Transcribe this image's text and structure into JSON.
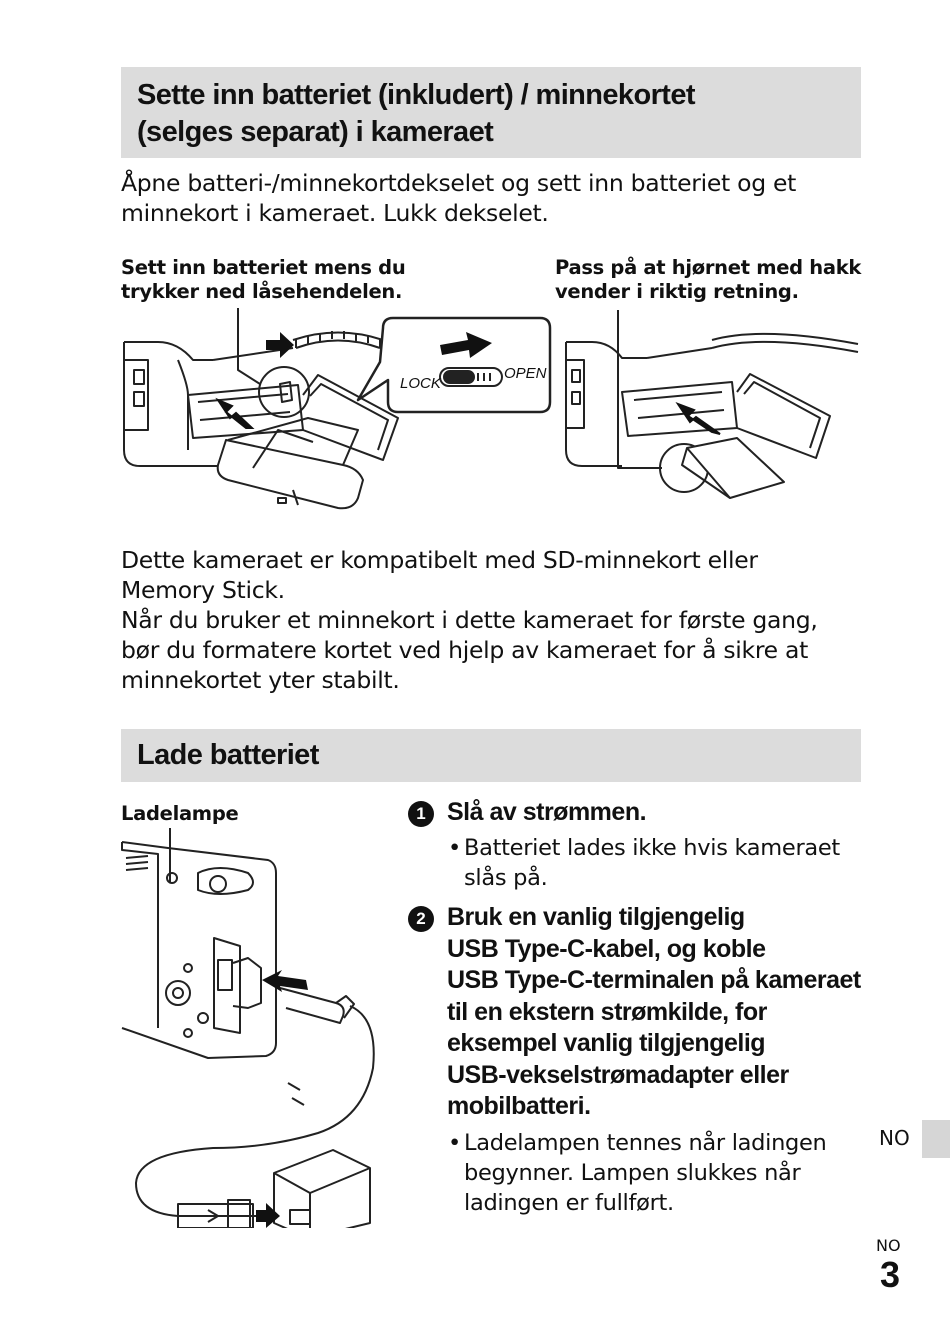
{
  "section1": {
    "heading_line1": "Sette inn batteriet (inkludert) / minnekortet",
    "heading_line2": "(selges separat) i kameraet",
    "intro_line1": "Åpne batteri-/minnekortdekselet og sett inn batteriet og et",
    "intro_line2": "minnekort i kameraet. Lukk dekselet.",
    "caption_left_line1": "Sett inn batteriet mens du",
    "caption_left_line2": "trykker ned låsehendelen.",
    "caption_right_line1": "Pass på at hjørnet med hakk",
    "caption_right_line2": "vender i riktig retning.",
    "lock_label": "LOCK",
    "open_label": "OPEN",
    "para_lines": [
      "Dette kameraet er kompatibelt med SD-minnekort eller",
      "Memory Stick.",
      "Når du bruker et minnekort i dette kameraet for første gang,",
      "bør du formatere kortet ved hjelp av kameraet for å sikre at",
      "minnekortet yter stabilt."
    ]
  },
  "section2": {
    "heading": "Lade batteriet",
    "lamp_label": "Ladelampe",
    "step1": {
      "number": "1",
      "title": "Slå av strømmen.",
      "bullet_line1": "Batteriet lades ikke hvis kameraet",
      "bullet_line2": "slås på."
    },
    "step2": {
      "number": "2",
      "title_lines": [
        "Bruk en vanlig tilgjengelig",
        "USB Type-C-kabel, og koble",
        "USB Type-C-terminalen på kameraet",
        "til en ekstern strømkilde, for",
        "eksempel vanlig tilgjengelig",
        "USB-vekselstrømadapter eller",
        "mobilbatteri."
      ],
      "bullet_lines": [
        "Ladelampen tennes når ladingen",
        "begynner. Lampen slukkes når",
        "ladingen er fullført."
      ]
    }
  },
  "footer": {
    "side_label": "NO",
    "page_lang": "NO",
    "page_number": "3",
    "bullet_char": "•"
  }
}
